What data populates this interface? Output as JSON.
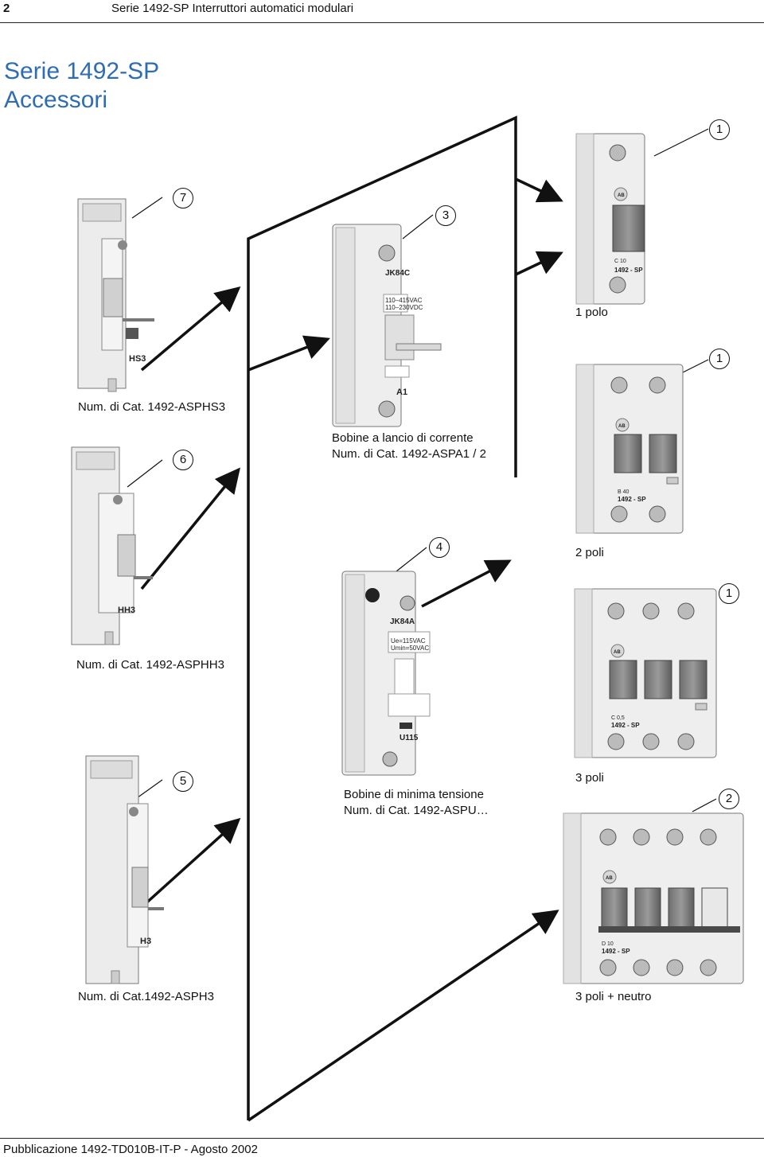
{
  "header": {
    "page_number": "2",
    "title": "Serie 1492-SP Interruttori automatici modulari"
  },
  "section": {
    "title_line1": "Serie 1492-SP",
    "title_line2": "Accessori"
  },
  "callouts": {
    "c1a": "1",
    "c1b": "1",
    "c1c": "1",
    "c2": "2",
    "c3": "3",
    "c4": "4",
    "c5": "5",
    "c6": "6",
    "c7": "7"
  },
  "captions": {
    "hs3": "Num. di Cat. 1492-ASPHS3",
    "shunt_line1": "Bobine a lancio di corrente",
    "shunt_line2": "Num. di Cat. 1492-ASPA1 / 2",
    "hh3": "Num. di Cat. 1492-ASPHH3",
    "uv_line1": "Bobine di minima tensione",
    "uv_line2": "Num. di Cat. 1492-ASPU…",
    "h3": "Num. di Cat.1492-ASPH3",
    "one_pole": "1 polo",
    "two_pole": "2 poli",
    "three_pole": "3 poli",
    "three_pole_n": "3 poli + neutro"
  },
  "device_labels": {
    "hs3": "HS3",
    "hh3": "HH3",
    "h3": "H3",
    "shunt_code": "JK84C",
    "shunt_rating1": "110–415VAC",
    "shunt_rating2": "110–230VDC",
    "shunt_model": "A1",
    "uv_code": "JK84A",
    "uv_rating1": "Ue=115VAC",
    "uv_rating2": "Umin=50VAC",
    "uv_model": "U115",
    "brand": "AB",
    "mcb1_rating": "C 10",
    "mcb2_rating": "B 40",
    "mcb3_rating": "C 0,5",
    "mcb4_rating": "D 10",
    "series": "1492 - SP"
  },
  "footer": {
    "text": "Pubblicazione 1492-TD010B-IT-P - Agosto 2002"
  }
}
